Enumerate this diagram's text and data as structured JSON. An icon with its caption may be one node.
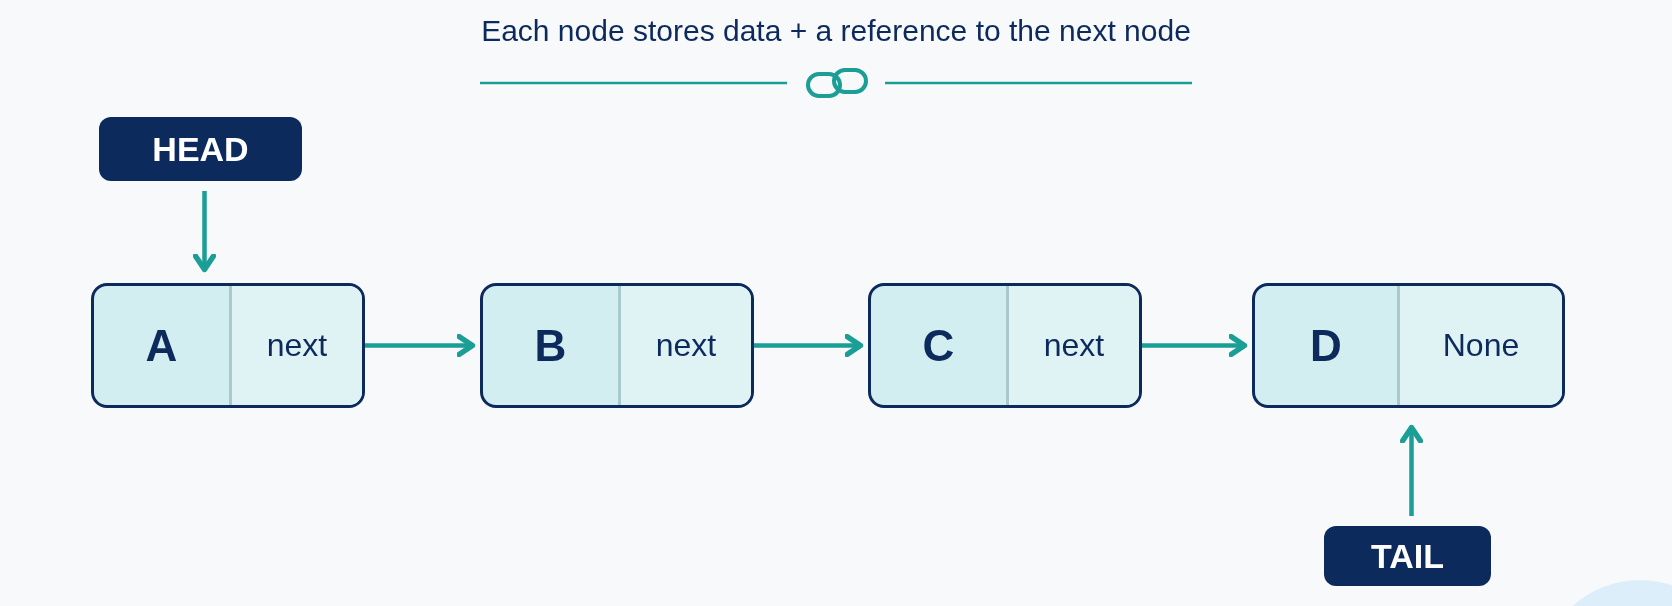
{
  "diagram": {
    "title": "Each node stores data + a reference to the next node",
    "nodes": [
      {
        "text": [
          "HEAD"
        ]
      },
      {
        "text": [
          "A",
          "next"
        ]
      },
      {
        "text": [
          "B",
          "next"
        ]
      },
      {
        "text": [
          "C",
          "next"
        ]
      },
      {
        "text": [
          "D",
          "None"
        ]
      },
      {
        "text": [
          "TAIL"
        ]
      }
    ],
    "edges": [
      {
        "from": 0,
        "to": 1,
        "arrow": "to"
      },
      {
        "from": 1,
        "to": 2,
        "arrow": "to"
      },
      {
        "from": 2,
        "to": 3,
        "arrow": "to"
      },
      {
        "from": 3,
        "to": 4,
        "arrow": "to"
      },
      {
        "from": 5,
        "to": 4,
        "arrow": "to"
      }
    ]
  }
}
